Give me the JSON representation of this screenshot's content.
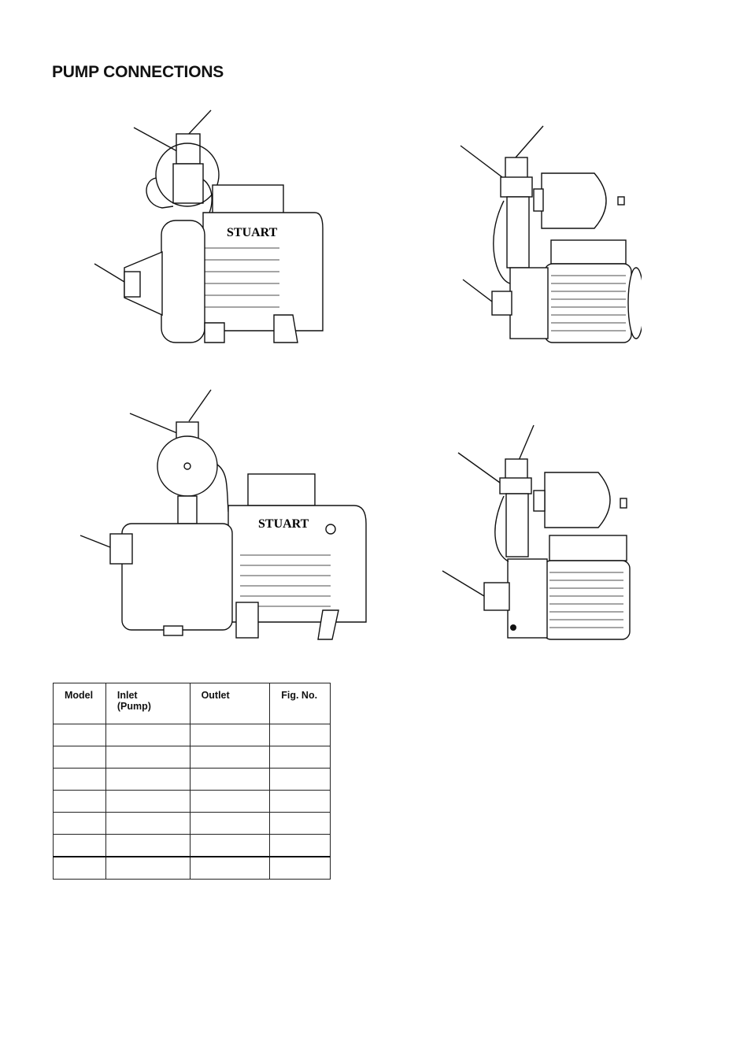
{
  "page": {
    "title": "PUMP CONNECTIONS"
  },
  "figures": [
    {
      "brand_text": "STUART",
      "view": "front-left"
    },
    {
      "view": "front-right-with-tank"
    },
    {
      "brand_text": "STUART",
      "view": "front-left-with-tank"
    },
    {
      "view": "front-right-with-tank-2"
    }
  ],
  "table": {
    "headers": {
      "model": "Model",
      "inlet": "Inlet",
      "inlet_sub": "(Pump)",
      "outlet": "Outlet",
      "fig": "Fig. No."
    },
    "rows": [
      [
        "",
        "",
        "",
        ""
      ],
      [
        "",
        "",
        "",
        ""
      ],
      [
        "",
        "",
        "",
        ""
      ],
      [
        "",
        "",
        "",
        ""
      ],
      [
        "",
        "",
        "",
        ""
      ],
      [
        "",
        "",
        "",
        ""
      ],
      [
        "",
        "",
        "",
        ""
      ]
    ]
  }
}
